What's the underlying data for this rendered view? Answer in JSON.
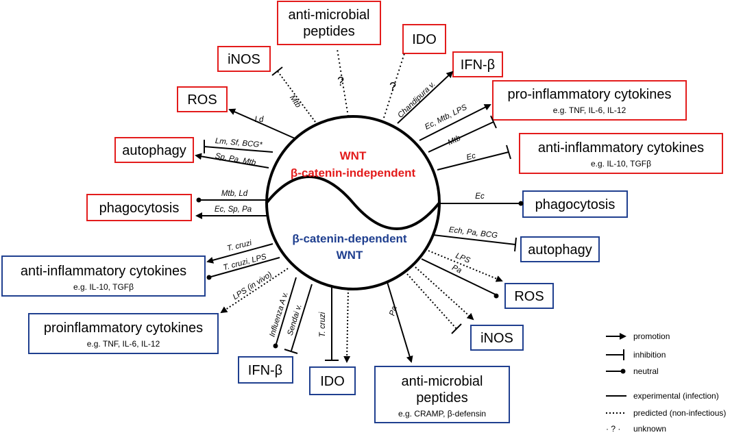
{
  "colors": {
    "independent": "#e31b1b",
    "dependent": "#1f3f8f",
    "line": "#000000"
  },
  "center": {
    "independent_line1": "WNT",
    "independent_line2": "β-catenin-independent",
    "dependent_line1": "β-catenin-dependent",
    "dependent_line2": "WNT"
  },
  "red_boxes": {
    "amp_line1": "anti-microbial",
    "amp_line2": "peptides",
    "ido": "IDO",
    "inos": "iNOS",
    "ifnb": "IFN-β",
    "ros": "ROS",
    "proinf": "pro-inflammatory cytokines",
    "proinf_sub": "e.g. TNF, IL-6, IL-12",
    "autophagy": "autophagy",
    "antiinf": "anti-inflammatory cytokines",
    "antiinf_sub": "e.g. IL-10, TGFβ",
    "phago": "phagocytosis"
  },
  "blue_boxes": {
    "phago": "phagocytosis",
    "autophagy": "autophagy",
    "antiinf": "anti-inflammatory cytokines",
    "antiinf_sub": "e.g. IL-10, TGFβ",
    "ros": "ROS",
    "proinf": "proinflammatory cytokines",
    "proinf_sub": "e.g. TNF, IL-6, IL-12",
    "inos": "iNOS",
    "ifnb": "IFN-β",
    "ido": "IDO",
    "amp_line1": "anti-microbial",
    "amp_line2": "peptides",
    "amp_sub": "e.g. CRAMP, β-defensin"
  },
  "stimuli": {
    "mtb_inos": "Mtb",
    "ld_ros": "Ld",
    "chandipura": "Chandipura v.",
    "ec_mtb_lps": "Ec, Mtb, LPS",
    "mtb_proinf": "Mtb",
    "ec_antiinf": "Ec",
    "lm_sf_bcg": "Lm, Sf, BCG*",
    "sp_pa_mtb": "Sp, Pa, Mtb",
    "mtb_ld": "Mtb, Ld",
    "ec_sp_pa": "Ec, Sp, Pa",
    "ec_phago": "Ec",
    "ech_pa_bcg": "Ech, Pa, BCG",
    "lps_ros": "LPS",
    "pa_ros": "Pa",
    "tcruzi_1": "T. cruzi",
    "tcruzi_lps": "T. cruzi, LPS",
    "lps_invivo": "LPS (in vivo)",
    "influenza": "Influenza A v.",
    "sendai": "Sendai v.",
    "tcruzi_ido": "T. cruzi",
    "pa_amp": "Pa"
  },
  "unknown_marks": {
    "amp": "?",
    "ido": "?"
  },
  "legend": {
    "promotion": "promotion",
    "inhibition": "inhibition",
    "neutral": "neutral",
    "experimental": "experimental (infection)",
    "predicted": "predicted (non-infectious)",
    "unknown_symbol": "· ? ·",
    "unknown": "unknown"
  }
}
